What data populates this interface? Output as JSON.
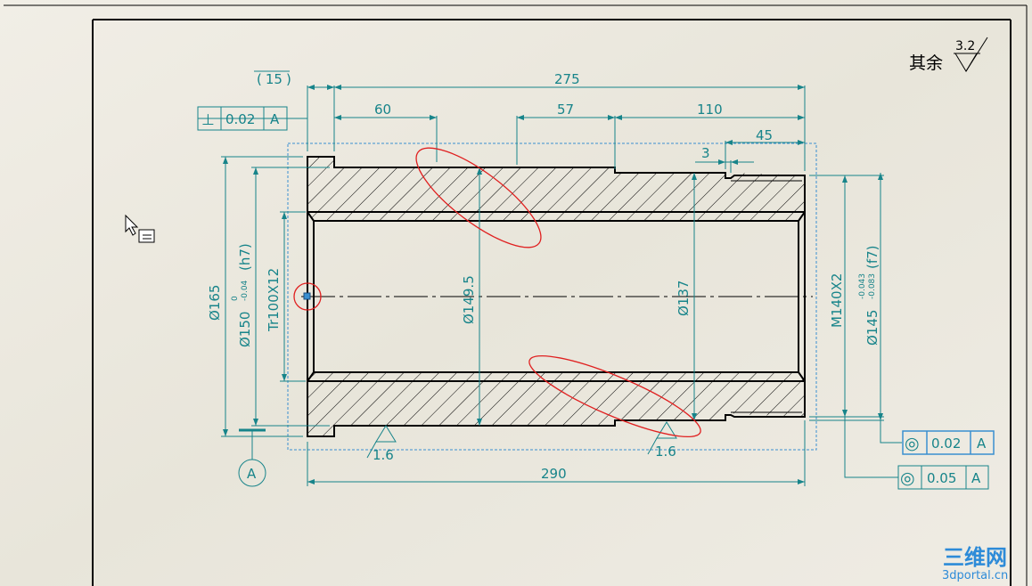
{
  "roughness": {
    "label": "其余",
    "value": "3.2"
  },
  "dimensions": {
    "ref_15": "15",
    "overall_275": "275",
    "d60": "60",
    "d57": "57",
    "d110": "110",
    "d45": "45",
    "d3": "3",
    "overall_290": "290",
    "dia165": "Ø165",
    "dia150": "Ø150",
    "dia150_tol_upper": "0",
    "dia150_tol_lower": "-0.04",
    "dia150_fit": "(h7)",
    "thread_tr": "Tr100X12",
    "dia149": "Ø149.5",
    "dia137": "Ø137",
    "thread_m": "M140X2",
    "dia145": "Ø145",
    "dia145_tol_upper": "-0.043",
    "dia145_tol_lower": "-0.083",
    "dia145_fit": "(f7)",
    "rough_left": "1.6",
    "rough_right": "1.6"
  },
  "tolerance_frames": {
    "perpendicularity": {
      "symbol": "⊥",
      "value": "0.02",
      "datum": "A"
    },
    "concentricity_1": {
      "symbol": "◎",
      "value": "0.02",
      "datum": "A"
    },
    "concentricity_2": {
      "symbol": "◎",
      "value": "0.05",
      "datum": "A"
    }
  },
  "datum": {
    "label": "A"
  },
  "watermark": {
    "title": "三维网",
    "url": "3dportal.cn"
  },
  "colors": {
    "annotation": "#17848a",
    "part": "#000000",
    "highlight": "#e02020",
    "paper": "#efece3"
  }
}
